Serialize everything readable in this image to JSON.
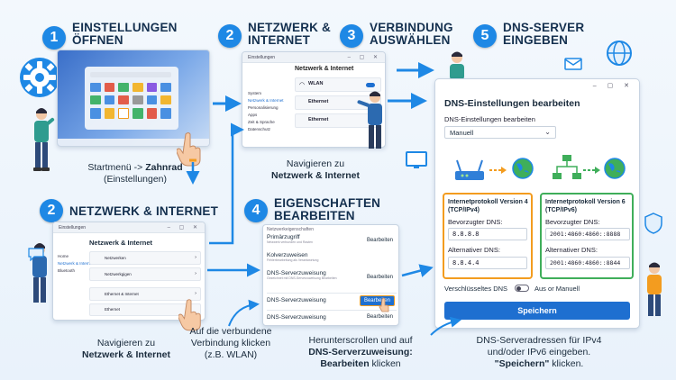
{
  "steps": {
    "s1": {
      "num": "1",
      "title1": "EINSTELLUNGEN",
      "title2": "ÖFFNEN"
    },
    "s2a": {
      "num": "2",
      "title1": "NETZWERK &",
      "title2": "INTERNET"
    },
    "s3": {
      "num": "3",
      "title1": "VERBINDUNG",
      "title2": "AUSWÄHLEN"
    },
    "s5": {
      "num": "5",
      "title1": "DNS-SERVER",
      "title2": "EINGEBEN"
    },
    "s2b": {
      "num": "2",
      "title1": "NETZWERK & INTERNET"
    },
    "s4": {
      "num": "4",
      "title1": "EIGENSCHAFTEN",
      "title2": "BEARBEITEN"
    }
  },
  "captions": {
    "c1_line1_pre": "Startmenü -> ",
    "c1_line1_bold": "Zahnrad",
    "c1_line2": "(Einstellungen)",
    "c2_line1": "Navigieren zu",
    "c2_line2": "Netzwerk & Internet",
    "c2b_line1": "Navigieren zu",
    "c2b_line2": "Netzwerk & Internet",
    "c3_line1": "Auf die verbundene",
    "c3_line2": "Verbindung klicken",
    "c3_line3": "(z.B. WLAN)",
    "c4_line1": "Herunterscrollen und auf",
    "c4_line2": "DNS-Serverzuweisung:",
    "c4_line3": "Bearbeiten",
    "c4_line3b": " klicken",
    "c5_line1": "DNS-Serveradressen für IPv4",
    "c5_line2": "und/oder IPv6 eingeben.",
    "c5_line3": "\"Speichern\"",
    "c5_line3b": " klicken."
  },
  "win_net_top": {
    "title": "Einstellungen",
    "header": "Netzwerk & Internet",
    "sidebar": [
      "System",
      "Netzwerk & Internet",
      "Personalisierung",
      "Apps",
      "Zeit & Sprache",
      "Datenschutz"
    ],
    "rows": [
      "WLAN",
      "Ethernet",
      "Ethernet"
    ]
  },
  "win_net_bottom": {
    "title": "Einstellungen",
    "header": "Netzwerk & Internet",
    "sidebar": [
      "Home",
      "Netzwerk & Internet",
      "Bluetooth"
    ],
    "rows": [
      "Netzwerken",
      "Netzwerkgigen",
      "Ethernet & Internet",
      "Ethernet"
    ]
  },
  "win_props": {
    "rows": [
      {
        "title": "Netzwerkeigenschaften",
        "sub": "",
        "btn": ""
      },
      {
        "title": "Primärzugriff",
        "sub": "Netzwerk verbunden und Rasten",
        "btn": "Bearbeiten"
      },
      {
        "title": "Kolverzuweisen",
        "sub": "Fehlerbearbeitung als Verantwortung",
        "btn": ""
      },
      {
        "title": "DNS-Serverzuweisung",
        "sub": "Gezeichnet mit DNS-Serverzuweisung Bearbeiten",
        "btn": "Bearbeiten"
      },
      {
        "title": "DNS-Serverzuweisung",
        "sub": "",
        "btn": "Bearbeiten"
      },
      {
        "title": "DNS-Serverzuweisung",
        "sub": "",
        "btn": "Bearbeiten"
      }
    ]
  },
  "dns": {
    "title": "DNS-Einstellungen bearbeiten",
    "subtitle": "DNS-Einstellungen bearbeiten",
    "mode": "Manuell",
    "ipv4_title": "Internetprotokoll Version 4 (TCP/IPv4)",
    "ipv4_pref_label": "Bevorzugter DNS:",
    "ipv4_pref": "8.8.8.8",
    "ipv4_alt_label": "Alternativer DNS:",
    "ipv4_alt": "8.8.4.4",
    "ipv6_title": "Internetprotokoll Version 6 (TCP/IPv6)",
    "ipv6_pref_label": "Bevorzugter DNS:",
    "ipv6_pref": "2001:4860:4860::8888",
    "ipv6_alt_label": "Alternativer DNS:",
    "ipv6_alt": "2001:4860:4860::8844",
    "encrypted_label": "Verschlüsseltes DNS",
    "encrypted_value": "Aus",
    "encrypted_or": "or Manuell",
    "save_label": "Speichern"
  },
  "colors": {
    "accent": "#1e88e5",
    "orange": "#f39c1f",
    "green": "#3fae5a",
    "save": "#1e6fd0"
  }
}
